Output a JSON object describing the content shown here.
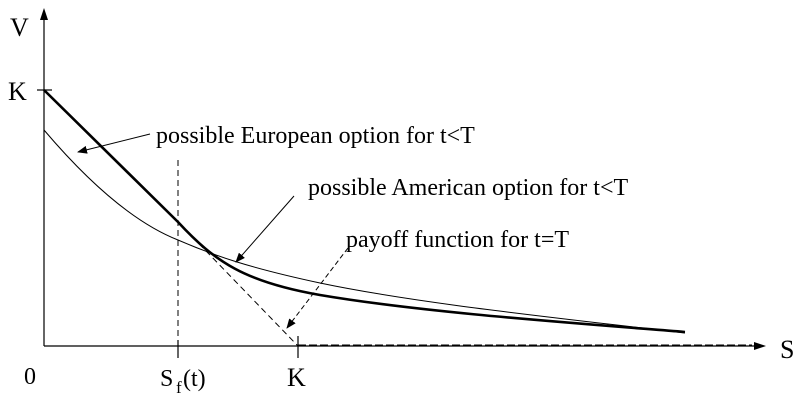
{
  "axes": {
    "y_label": "V",
    "x_label": "S",
    "origin_label": "0",
    "y_tick_label": "K",
    "x_tick_free_boundary_main": "S",
    "x_tick_free_boundary_sub": "f",
    "x_tick_free_boundary_arg": "(t)",
    "x_tick_strike_label": "K"
  },
  "annotations": {
    "european": "possible European option for t<T",
    "american": "possible American option for t<T",
    "payoff": "payoff function for t=T"
  }
}
